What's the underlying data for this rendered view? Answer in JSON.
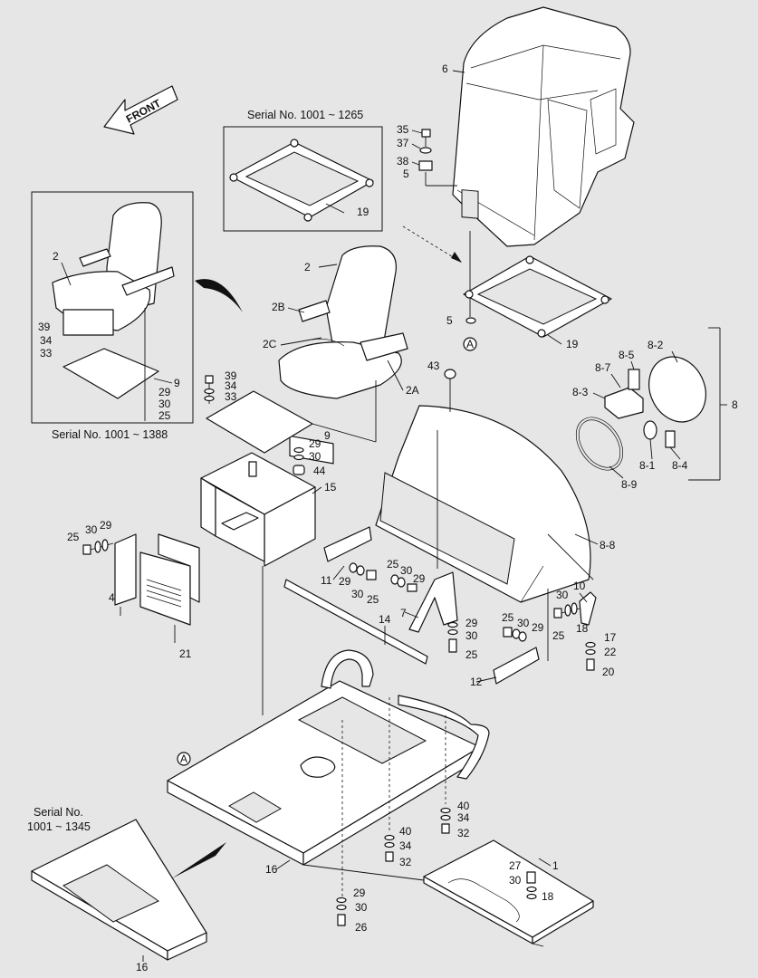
{
  "front_arrow_text": "FRONT",
  "captions": {
    "serial_1265": "Serial No. 1001 ~ 1265",
    "serial_1388": "Serial No. 1001 ~ 1388",
    "serial_1345_line1": "Serial No.",
    "serial_1345_line2": "1001 ~ 1345"
  },
  "callouts": {
    "c6": "6",
    "c35": "35",
    "c37": "37",
    "c38": "38",
    "c5a": "5",
    "c19a": "19",
    "c2a": "2",
    "c2b": "2",
    "c2B": "2B",
    "c2C": "2C",
    "c2A": "2A",
    "c5b": "5",
    "cA1": "A",
    "c19b": "19",
    "c39a": "39",
    "c34a": "34",
    "c33a": "33",
    "c9a": "9",
    "c29a": "29",
    "c30a": "30",
    "c25a": "25",
    "c39b": "39",
    "c34b": "34",
    "c33b": "33",
    "c43": "43",
    "c9b": "9",
    "c29b": "29",
    "c30b": "30",
    "c44": "44",
    "c15": "15",
    "c8_2": "8-2",
    "c8_5": "8-5",
    "c8_7": "8-7",
    "c8_3": "8-3",
    "c8": "8",
    "c8_1": "8-1",
    "c8_4": "8-4",
    "c8_9": "8-9",
    "c8_8": "8-8",
    "c25b": "25",
    "c30c": "30",
    "c29c": "29",
    "c4": "4",
    "c21": "21",
    "c11": "11",
    "c29d": "29",
    "c30d": "30",
    "c25c": "25",
    "c25d": "25",
    "c30e": "30",
    "c29e": "29",
    "c7": "7",
    "c14": "14",
    "c10": "10",
    "c30f": "30",
    "c18a": "18",
    "c25e": "25",
    "c29f": "29",
    "c30g": "30",
    "c25f": "25",
    "c25g": "25",
    "c30h": "30",
    "c29g": "29",
    "c17": "17",
    "c22": "22",
    "c20": "20",
    "c12": "12",
    "cA2": "A",
    "c40a": "40",
    "c34c": "34",
    "c32a": "32",
    "c40b": "40",
    "c34d": "34",
    "c32b": "32",
    "c16a": "16",
    "c1": "1",
    "c27": "27",
    "c30i": "30",
    "c18b": "18",
    "c29h": "29",
    "c30j": "30",
    "c26": "26",
    "c16b": "16"
  }
}
